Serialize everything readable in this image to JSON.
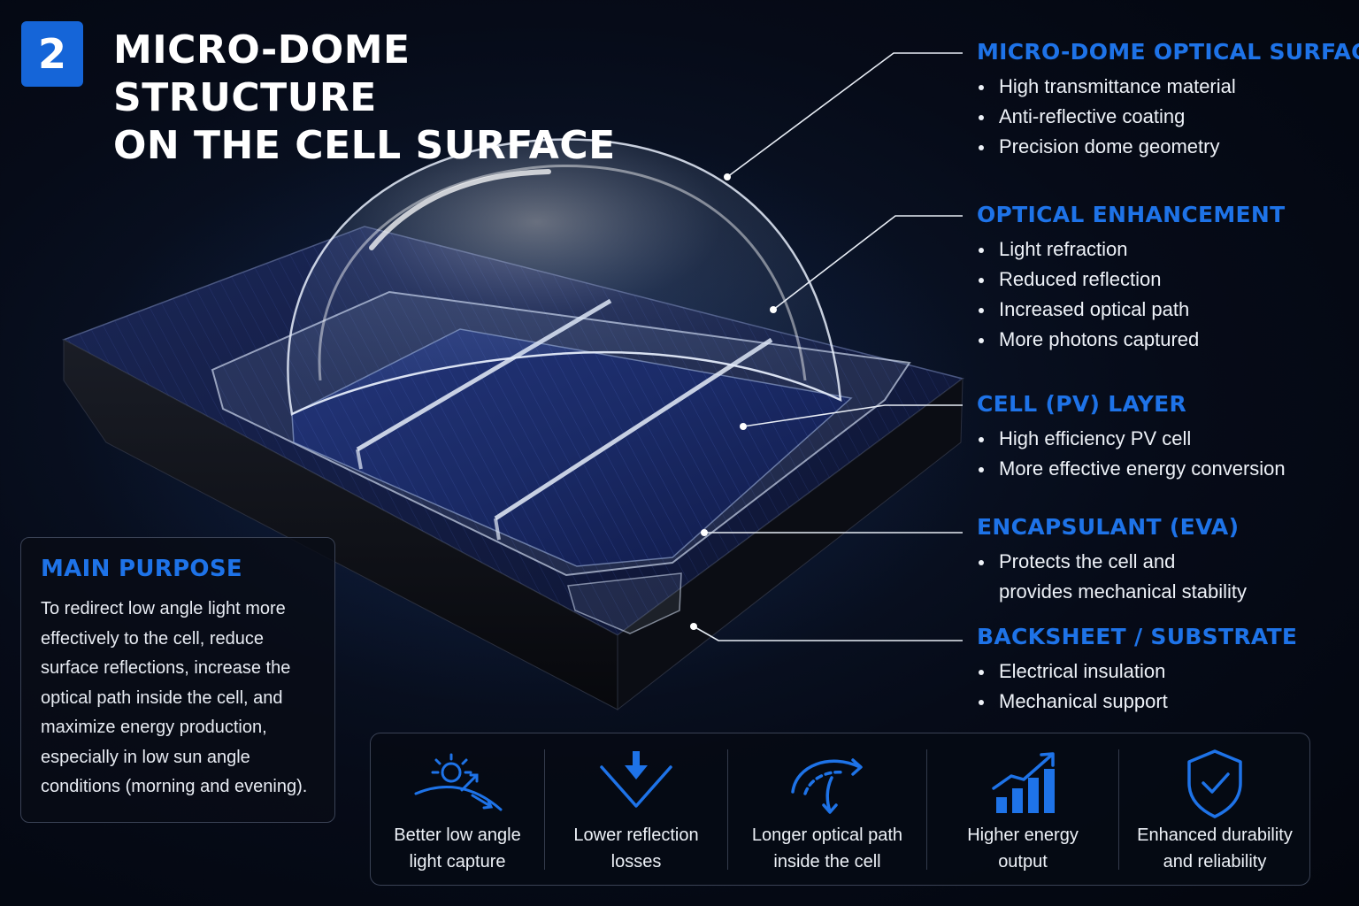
{
  "header": {
    "step_number": "2",
    "title_line1": "MICRO-DOME STRUCTURE",
    "title_line2": "ON THE CELL SURFACE"
  },
  "callouts": [
    {
      "title": "MICRO-DOME OPTICAL SURFACE",
      "items": [
        "High transmittance material",
        "Anti-reflective coating",
        "Precision dome geometry"
      ]
    },
    {
      "title": "OPTICAL ENHANCEMENT",
      "items": [
        "Light refraction",
        "Reduced reflection",
        "Increased optical path",
        "More photons captured"
      ]
    },
    {
      "title": "CELL (PV) LAYER",
      "items": [
        "High efficiency PV cell",
        "More effective energy conversion"
      ]
    },
    {
      "title": "ENCAPSULANT (EVA)",
      "items": [
        "Protects the cell and",
        "provides mechanical stability"
      ]
    },
    {
      "title": "BACKSHEET / SUBSTRATE",
      "items": [
        "Electrical insulation",
        "Mechanical support"
      ]
    }
  ],
  "main_purpose": {
    "title": "MAIN PURPOSE",
    "lines": [
      "To redirect low angle light more",
      "effectively to the cell, reduce",
      "surface reflections, increase the",
      "optical path inside the cell, and",
      "maximize energy production,",
      "especially in low sun angle",
      "conditions (morning and evening)."
    ]
  },
  "benefits": [
    {
      "icon": "sun-angle-icon",
      "line1": "Better low angle",
      "line2": "light capture"
    },
    {
      "icon": "arrow-down-v-icon",
      "line1": "Lower reflection",
      "line2": "losses"
    },
    {
      "icon": "curved-path-icon",
      "line1": "Longer optical path",
      "line2": "inside the cell"
    },
    {
      "icon": "bar-chart-growth-icon",
      "line1": "Higher energy",
      "line2": "output"
    },
    {
      "icon": "shield-check-icon",
      "line1": "Enhanced durability",
      "line2": "and reliability"
    }
  ],
  "colors": {
    "accent": "#1e73e8",
    "badge": "#1565d8",
    "background": "#060b18",
    "cell_blue": "#1c2c6a"
  }
}
